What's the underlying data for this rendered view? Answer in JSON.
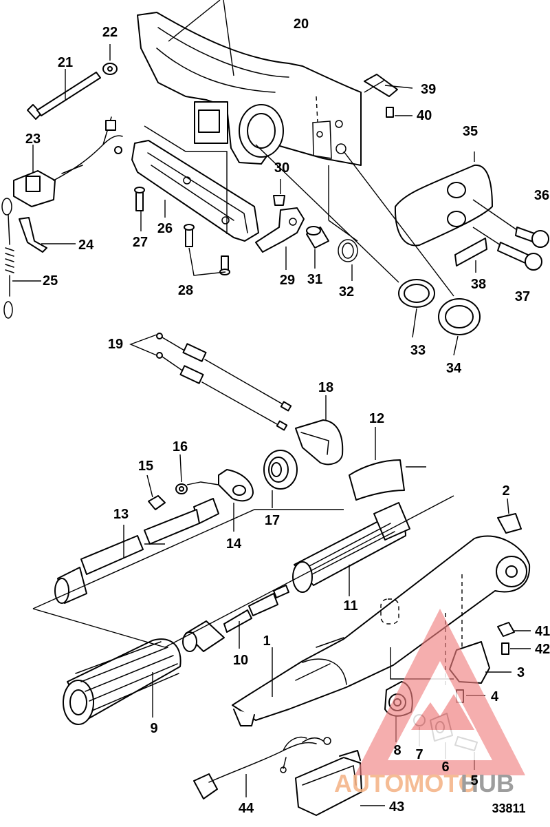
{
  "diagram": {
    "figure_id": "33811",
    "callouts": [
      {
        "id": "1",
        "label": "1"
      },
      {
        "id": "2",
        "label": "2"
      },
      {
        "id": "3",
        "label": "3"
      },
      {
        "id": "4",
        "label": "4"
      },
      {
        "id": "5",
        "label": "5"
      },
      {
        "id": "6",
        "label": "6"
      },
      {
        "id": "7",
        "label": "7"
      },
      {
        "id": "8",
        "label": "8"
      },
      {
        "id": "9",
        "label": "9"
      },
      {
        "id": "10",
        "label": "10"
      },
      {
        "id": "11",
        "label": "11"
      },
      {
        "id": "12",
        "label": "12"
      },
      {
        "id": "13",
        "label": "13"
      },
      {
        "id": "14",
        "label": "14"
      },
      {
        "id": "15",
        "label": "15"
      },
      {
        "id": "16",
        "label": "16"
      },
      {
        "id": "17",
        "label": "17"
      },
      {
        "id": "18",
        "label": "18"
      },
      {
        "id": "19",
        "label": "19"
      },
      {
        "id": "20",
        "label": "20"
      },
      {
        "id": "21",
        "label": "21"
      },
      {
        "id": "22",
        "label": "22"
      },
      {
        "id": "23",
        "label": "23"
      },
      {
        "id": "24",
        "label": "24"
      },
      {
        "id": "25",
        "label": "25"
      },
      {
        "id": "26",
        "label": "26"
      },
      {
        "id": "27",
        "label": "27"
      },
      {
        "id": "28",
        "label": "28"
      },
      {
        "id": "29",
        "label": "29"
      },
      {
        "id": "30",
        "label": "30"
      },
      {
        "id": "31",
        "label": "31"
      },
      {
        "id": "32",
        "label": "32"
      },
      {
        "id": "33",
        "label": "33"
      },
      {
        "id": "34",
        "label": "34"
      },
      {
        "id": "35",
        "label": "35"
      },
      {
        "id": "36",
        "label": "36"
      },
      {
        "id": "37",
        "label": "37"
      },
      {
        "id": "38",
        "label": "38"
      },
      {
        "id": "39",
        "label": "39"
      },
      {
        "id": "40",
        "label": "40"
      },
      {
        "id": "41",
        "label": "41"
      },
      {
        "id": "42",
        "label": "42"
      },
      {
        "id": "43",
        "label": "43"
      },
      {
        "id": "44",
        "label": "44"
      }
    ]
  },
  "watermark": {
    "text_a": "AUTOMOTO",
    "text_b": "HUB",
    "color_a": "#f4b183",
    "color_b": "#8c8c8c",
    "triangle_color": "#f08080"
  }
}
